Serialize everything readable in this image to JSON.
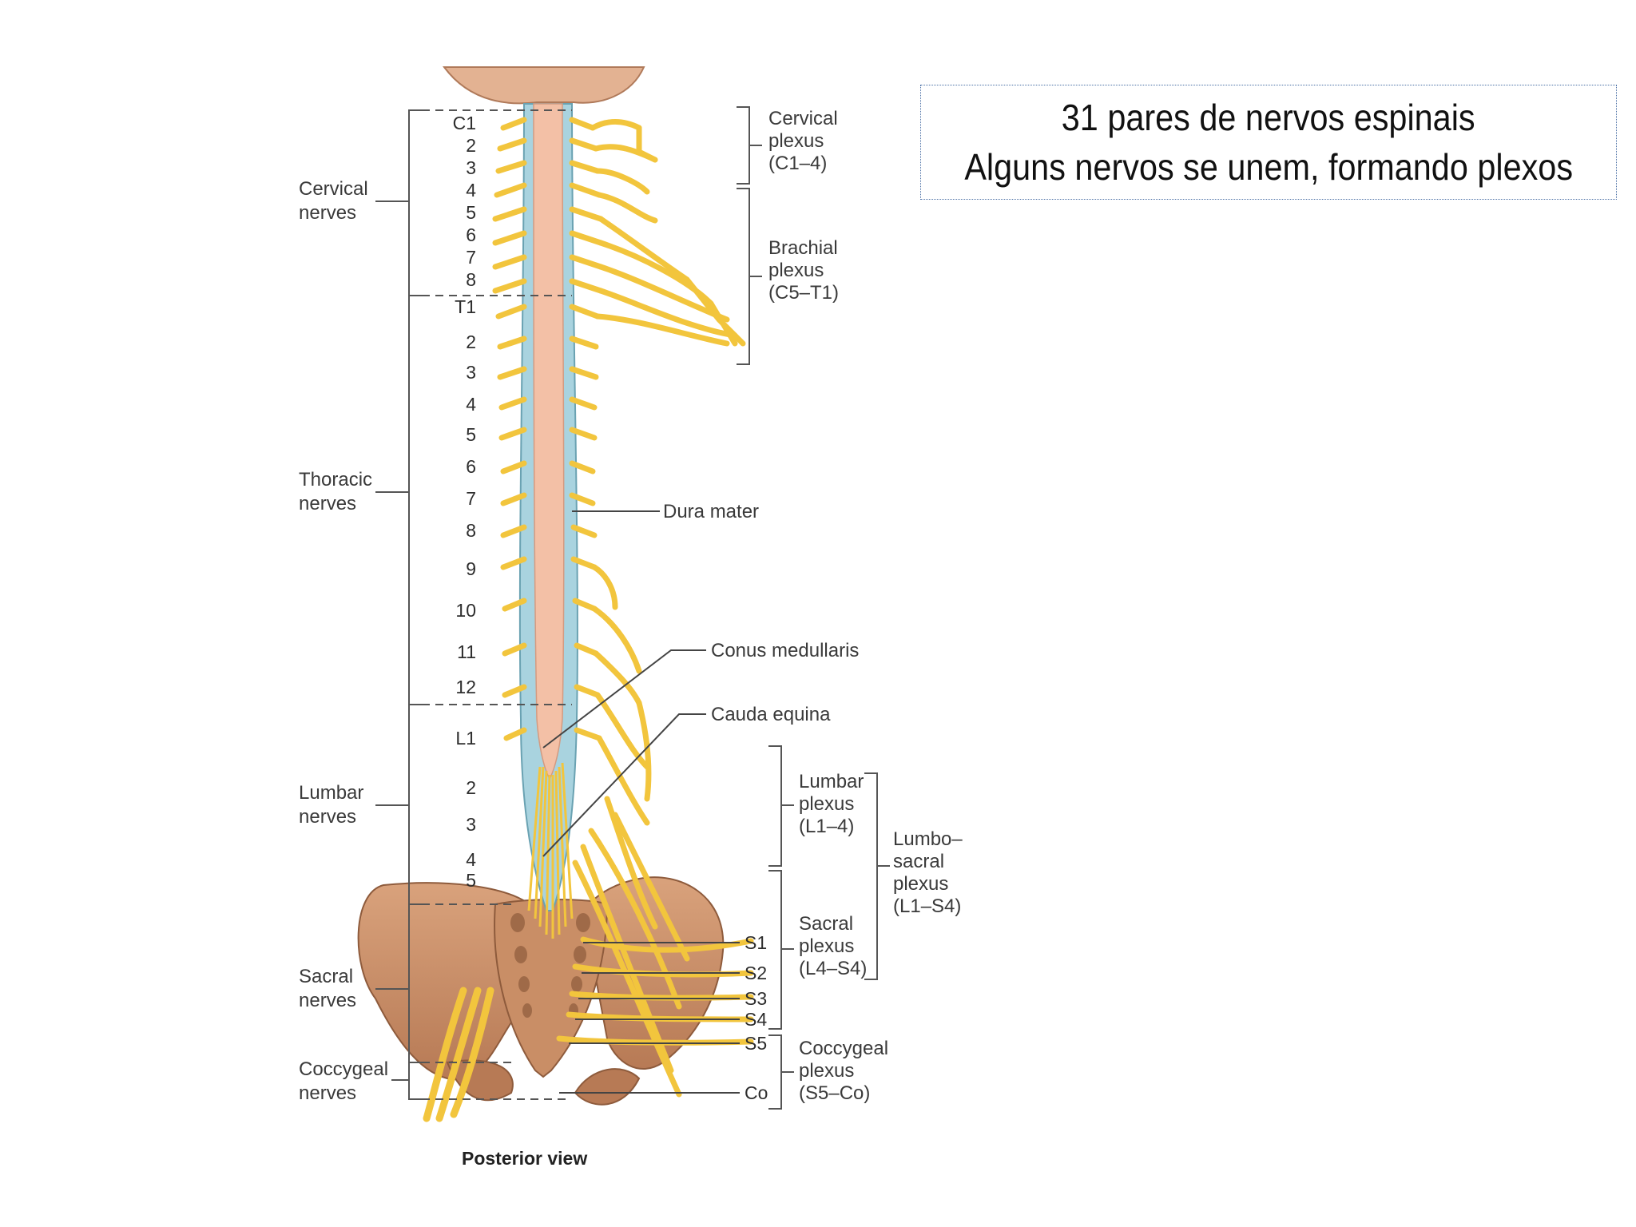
{
  "info_box": {
    "line1": "31 pares de nervos espinais",
    "line2": "Alguns nervos se unem, formando plexos"
  },
  "diagram": {
    "caption": "Posterior view",
    "regions": [
      {
        "l1": "Cervical",
        "l2": "nerves"
      },
      {
        "l1": "Thoracic",
        "l2": "nerves"
      },
      {
        "l1": "Lumbar",
        "l2": "nerves"
      },
      {
        "l1": "Sacral",
        "l2": "nerves"
      },
      {
        "l1": "Coccygeal",
        "l2": "nerves"
      }
    ],
    "segments": [
      "C1",
      "2",
      "3",
      "4",
      "5",
      "6",
      "7",
      "8",
      "T1",
      "2",
      "3",
      "4",
      "5",
      "6",
      "7",
      "8",
      "9",
      "10",
      "11",
      "12",
      "L1",
      "2",
      "3",
      "4",
      "5"
    ],
    "right_segments": [
      "S1",
      "S2",
      "S3",
      "S4",
      "S5",
      "Co"
    ],
    "plexuses": [
      {
        "l1": "Cervical",
        "l2": "plexus",
        "l3": "(C1–4)"
      },
      {
        "l1": "Brachial",
        "l2": "plexus",
        "l3": "(C5–T1)"
      },
      {
        "l1": "Lumbar",
        "l2": "plexus",
        "l3": "(L1–4)"
      },
      {
        "l1": "Sacral",
        "l2": "plexus",
        "l3": "(L4–S4)"
      },
      {
        "l1": "Coccygeal",
        "l2": "plexus",
        "l3": "(S5–Co)"
      },
      {
        "l1": "Lumbo–",
        "l2": "sacral",
        "l3": "plexus",
        "l4": "(L1–S4)"
      }
    ],
    "structures": {
      "dura": "Dura mater",
      "conus": "Conus medullaris",
      "cauda": "Cauda equina"
    },
    "colors": {
      "nerve": "#f2c53d",
      "dura": "#a9d3df",
      "cord": "#f3c0a6",
      "bone": "#c8906a"
    }
  }
}
